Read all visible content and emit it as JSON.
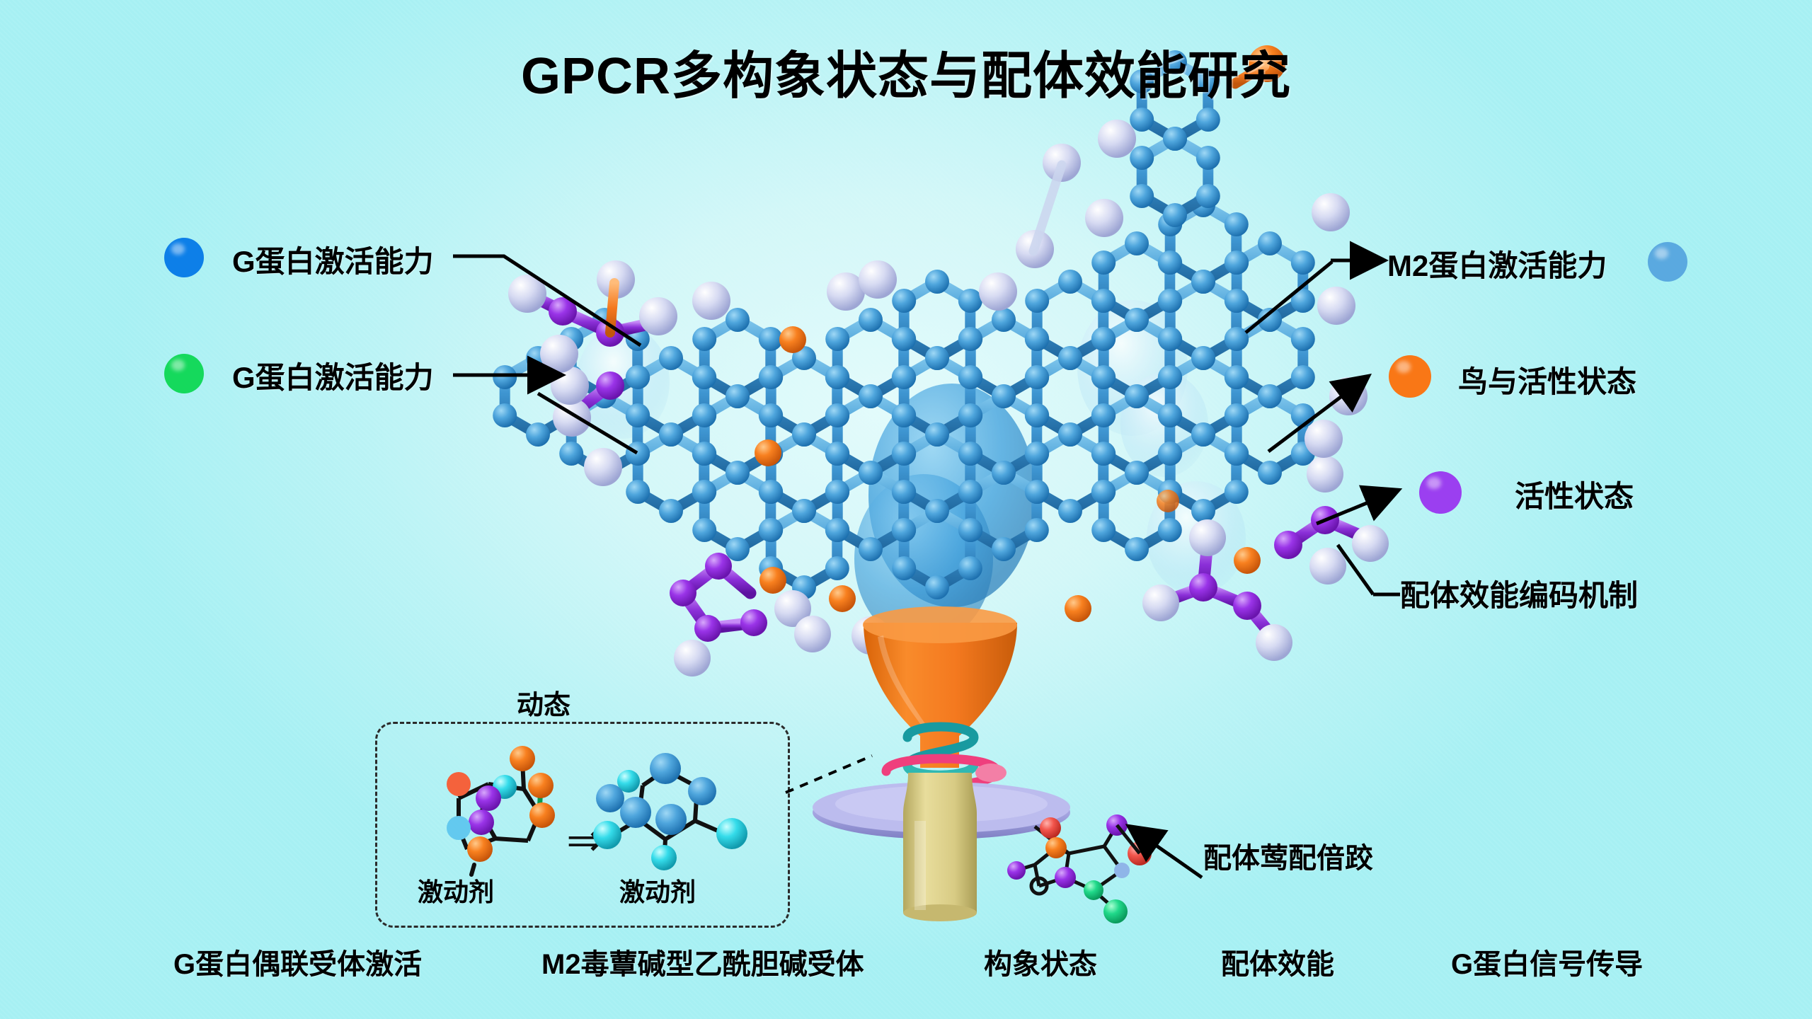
{
  "title": "GPCR多构象状态与配体效能研究",
  "legend_left": [
    {
      "label": "G蛋白激活能力",
      "color": "#0d7fe8",
      "dot_name": "legend-dot-blue"
    },
    {
      "label": "G蛋白激活能力",
      "color": "#15d95c",
      "dot_name": "legend-dot-green"
    }
  ],
  "legend_right": [
    {
      "label": "M2蛋白激活能力",
      "color": "#5aa9e0",
      "dot_name": "legend-dot-light-blue"
    },
    {
      "label": "鸟与活性状态",
      "color": "#f97716",
      "dot_name": "legend-dot-orange"
    },
    {
      "label": "活性状态",
      "color": "#9b3ff0",
      "dot_name": "legend-dot-purple"
    }
  ],
  "annotations": {
    "mechanism": "配体效能编码机制",
    "ligand_peptide": "配体莺配偣跤"
  },
  "inset": {
    "title": "动态",
    "left_caption": "激动剂",
    "right_caption": "激动剂",
    "transition_arrow": "⇒"
  },
  "footer": [
    "G蛋白偶联受体激活",
    "M2毒蕈碱型乙酰胆碱受体",
    "构象状态",
    "配体效能",
    "G蛋白信号传导"
  ],
  "palette": {
    "background_light": "#d8f8f9",
    "background_deep": "#8fecf2",
    "carbon_blue": "#2f8fd0",
    "carbon_blue_light": "#69bbe8",
    "hydrogen_lavender": "#ccd2ef",
    "heteroatom_orange": "#f4791f",
    "heteroatom_purple": "#8b2fd8",
    "funnel_orange": "#f07c1e",
    "membrane_lavender": "#a9a9e4",
    "stem_khaki": "#ddd08a",
    "helix_pink": "#ef3f7d",
    "helix_teal": "#1f9f9f",
    "blob_blue": "#3f9fdc"
  }
}
